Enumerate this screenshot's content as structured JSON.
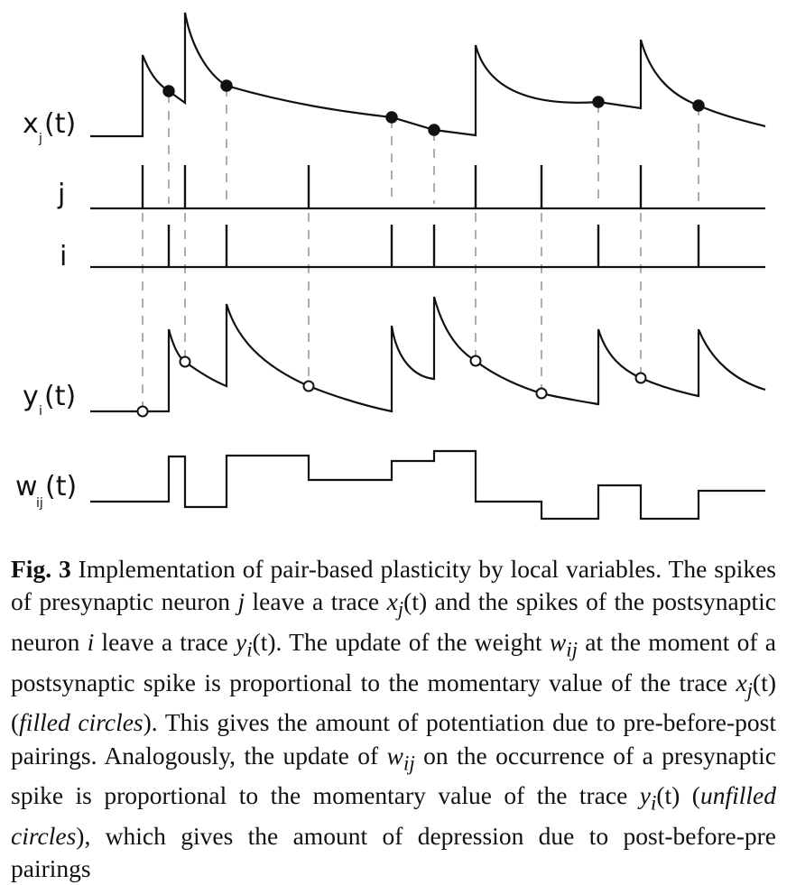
{
  "figure": {
    "labels": {
      "x_trace": {
        "main": "x",
        "sub": "j",
        "arg": "(t)"
      },
      "pre_train": "j",
      "post_train": "i",
      "y_trace": {
        "main": "y",
        "sub": "i",
        "arg": "(t)"
      },
      "weight": {
        "main": "w",
        "sub": "ij",
        "arg": "(t)"
      }
    }
  },
  "caption": {
    "fig_label": "Fig. 3",
    "text_1": " Implementation of pair-based plasticity by local variables. The spikes of presynaptic neuron ",
    "var_j": "j",
    "text_2": " leave a trace ",
    "var_xj": "x",
    "var_xj_sub": "j",
    "var_t1": "(t)",
    "text_3": " and the spikes of the postsynaptic neuron ",
    "var_i": "i",
    "text_4": " leave a trace ",
    "var_yi": "y",
    "var_yi_sub": "i",
    "var_t2": "(t)",
    "text_5": ". The update of the weight ",
    "var_w": "w",
    "var_w_sub": "ij",
    "text_6": " at the moment of a postsynaptic spike is proportional to the momentary value of the trace ",
    "var_xj2": "x",
    "var_xj2_sub": "j",
    "var_t3": "(t)",
    "text_7": " (",
    "filled": "filled circles",
    "text_8": "). This gives the amount of potentiation due to pre-before-post pairings. Analogously, the update of ",
    "var_w2": "w",
    "var_w2_sub": "ij",
    "text_9": " on the occurrence of a presynaptic spike is proportional to the momentary value of the trace ",
    "var_yi2": "y",
    "var_yi2_sub": "i",
    "var_t4": "(t)",
    "text_10": " (",
    "unfilled": "unfilled circles",
    "text_11": "), which gives the amount of depression due to post-before-pre pairings"
  },
  "colors": {
    "ink": "#111111",
    "guide": "#9a9a9a"
  }
}
